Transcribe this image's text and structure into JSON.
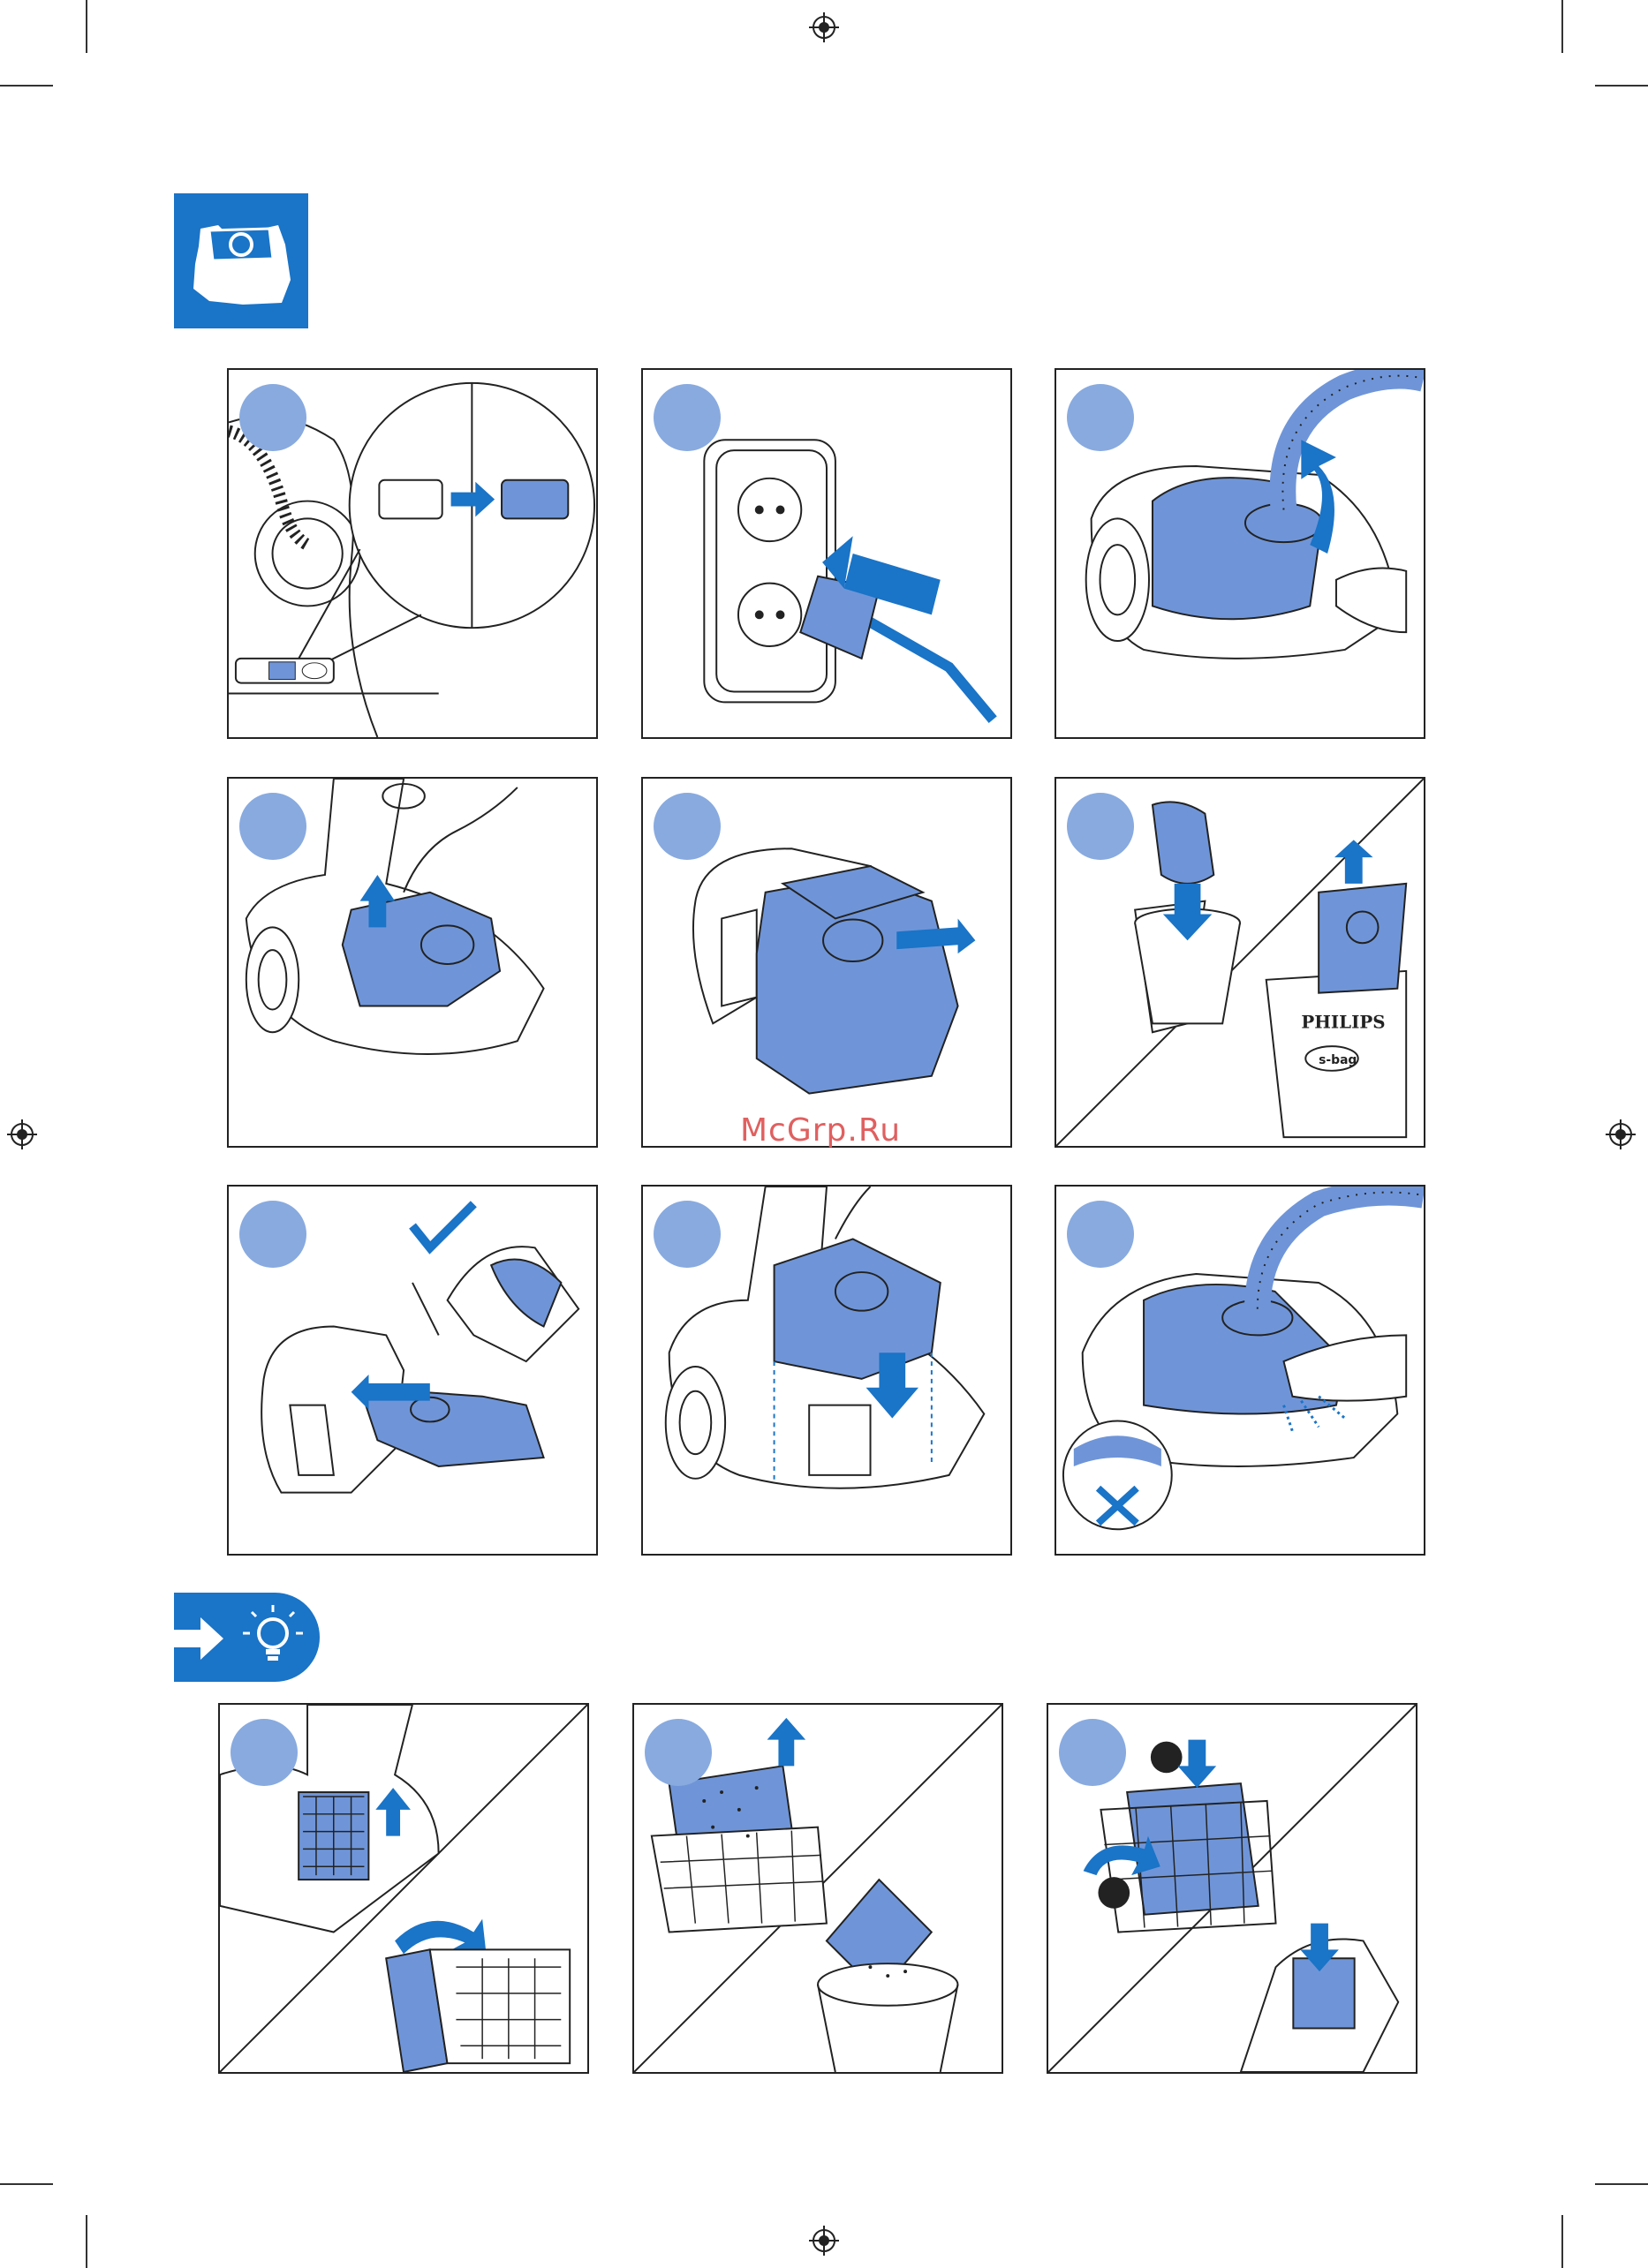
{
  "watermark": {
    "text": "McGrp.Ru"
  },
  "colors": {
    "accent": "#1a74c7",
    "light_blue": "#88aadf",
    "fill_blue": "#6f95d8",
    "line": "#222222"
  },
  "header": {
    "icon": "dust-bag-icon"
  },
  "tip": {
    "icon": "tip-lightbulb-icon"
  },
  "box_label": {
    "brand": "PHILIPS",
    "product": "s-bag"
  },
  "icons": {
    "indicator": "bag-full-indicator-icon",
    "unplug": "unplug-icon",
    "hose": "hose-remove-icon",
    "check": "check-icon",
    "cross": "cross-icon"
  }
}
